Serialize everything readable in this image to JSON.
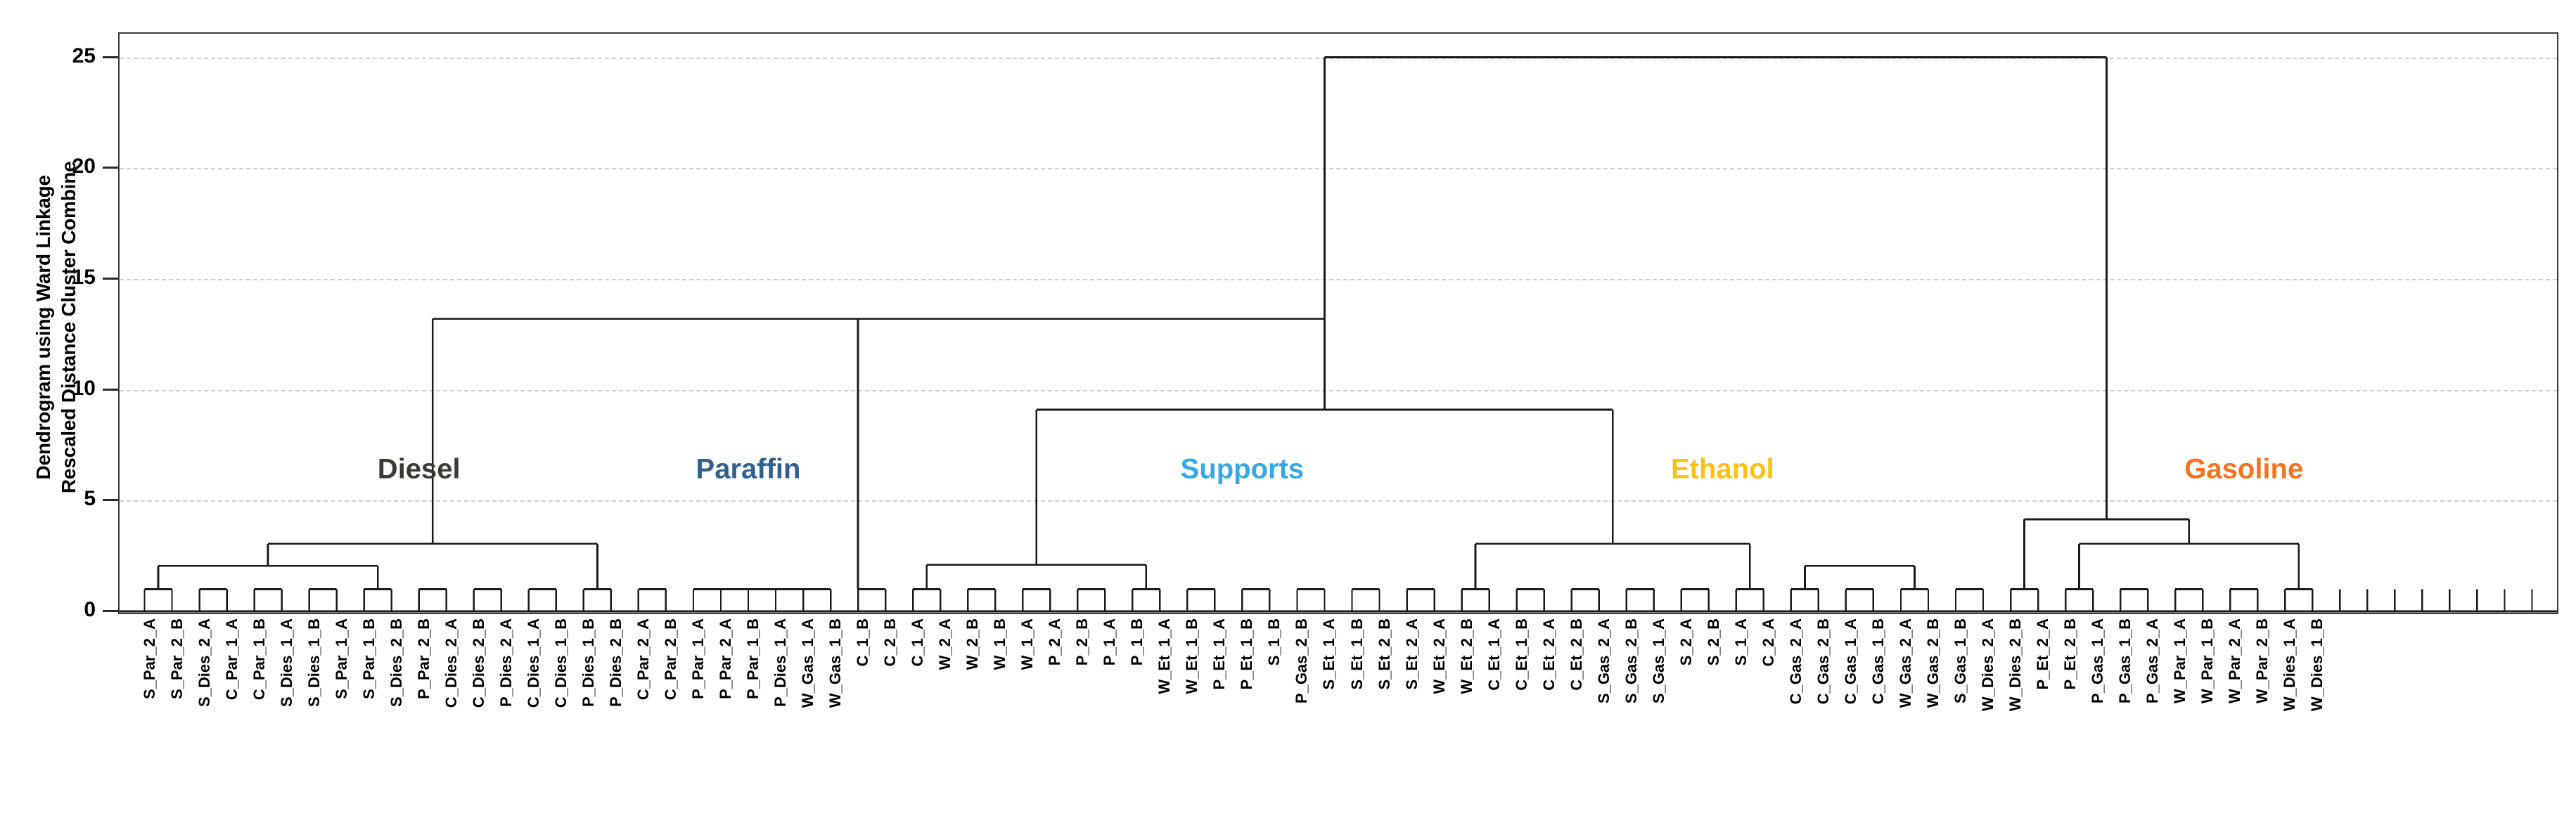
{
  "chart_data": {
    "type": "dendrogram",
    "title": "",
    "ylabel_lines": [
      "Dendrogram using Ward Linkage",
      "Rescaled Distance Cluster Combine"
    ],
    "xlabel": "",
    "ylim": [
      0,
      26
    ],
    "yticks": [
      0,
      5,
      10,
      15,
      20,
      25
    ],
    "ytick_labels": [
      "0",
      "5",
      "10",
      "15",
      "20",
      "25"
    ],
    "grid": true,
    "grid_axis": "y",
    "grid_style": "dashed",
    "grid_color": "#cfcfcf",
    "n_leaves": 88,
    "leaf_labels": [
      "S_Par_2_A",
      "S_Par_2_B",
      "S_Dies_2_A",
      "C_Par_1_A",
      "C_Par_1_B",
      "S_Dies_1_A",
      "S_Dies_1_B",
      "S_Par_1_A",
      "S_Par_1_B",
      "S_Dies_2_B",
      "P_Par_2_B",
      "C_Dies_2_A",
      "C_Dies_2_B",
      "P_Dies_2_A",
      "C_Dies_1_A",
      "C_Dies_1_B",
      "P_Dies_1_B",
      "P_Dies_2_B",
      "C_Par_2_A",
      "C_Par_2_B",
      "P_Par_1_A",
      "P_Par_2_A",
      "P_Par_1_B",
      "P_Dies_1_A",
      "W_Gas_1_A",
      "W_Gas_1_B",
      "C_1_B",
      "C_2_B",
      "C_1_A",
      "W_2_A",
      "W_2_B",
      "W_1_B",
      "W_1_A",
      "P_2_A",
      "P_2_B",
      "P_1_A",
      "P_1_B",
      "W_Et_1_A",
      "W_Et_1_B",
      "P_Et_1_A",
      "P_Et_1_B",
      "S_1_B",
      "P_Gas_2_B",
      "S_Et_1_A",
      "S_Et_1_B",
      "S_Et_2_B",
      "S_Et_2_A",
      "W_Et_2_A",
      "W_Et_2_B",
      "C_Et_1_A",
      "C_Et_1_B",
      "C_Et_2_A",
      "C_Et_2_B",
      "S_Gas_2_A",
      "S_Gas_2_B",
      "S_Gas_1_A",
      "S_2_A",
      "S_2_B",
      "S_1_A",
      "C_2_A",
      "C_Gas_2_A",
      "C_Gas_2_B",
      "C_Gas_1_A",
      "C_Gas_1_B",
      "W_Gas_2_A",
      "W_Gas_2_B",
      "S_Gas_1_B",
      "W_Dies_2_A",
      "W_Dies_2_B",
      "P_Et_2_A",
      "P_Et_2_B",
      "P_Gas_1_A",
      "P_Gas_1_B",
      "P_Gas_2_A",
      "W_Par_1_A",
      "W_Par_1_B",
      "W_Par_2_A",
      "W_Par_2_B",
      "W_Dies_1_A",
      "W_Dies_1_B"
    ],
    "cluster_annotations": [
      {
        "label": "Diesel",
        "color": "#3d3935",
        "x_leaf": 10.0,
        "height": 6.4
      },
      {
        "label": "Paraffin",
        "color": "#2f6090",
        "x_leaf": 22.0,
        "height": 6.4
      },
      {
        "label": "Supports",
        "color": "#37a8e6",
        "x_leaf": 40.0,
        "height": 6.4
      },
      {
        "label": "Ethanol",
        "color": "#fdc014",
        "x_leaf": 57.5,
        "height": 6.4
      },
      {
        "label": "Gasoline",
        "color": "#f4731e",
        "x_leaf": 76.5,
        "height": 6.4
      }
    ],
    "root_height": 25,
    "merges": [
      {
        "id": "root",
        "height": 25.0,
        "left_x": 36.0,
        "right_x": 80.8
      },
      {
        "id": "n13",
        "height": 13.2,
        "left_x": 12.5,
        "right_x": 29.0
      },
      {
        "id": "n9",
        "height": 9.1,
        "left_x": 35.5,
        "right_x": 66.0
      },
      {
        "id": "n4a",
        "height": 4.15,
        "left_x": 77.8,
        "right_x": 83.6
      },
      {
        "id": "n3a",
        "height": 3.05,
        "left_x": 60.5,
        "right_x": 71.5
      },
      {
        "id": "n3b",
        "height": 3.05,
        "left_x": 22.0,
        "right_x": 26.5
      },
      {
        "id": "n2a",
        "height": 2.05,
        "left_x": 4.0,
        "right_x": 11.0
      },
      {
        "id": "n2b",
        "height": 2.1,
        "left_x": 30.0,
        "right_x": 42.5
      },
      {
        "id": "n2c",
        "height": 2.05,
        "left_x": 81.5,
        "right_x": 86.0
      },
      {
        "id": "n1set",
        "height": 1.0,
        "left_x": 0.0,
        "right_x": 87.0
      }
    ],
    "axis_color": "#3a3a3a",
    "line_color": "#1a1a1a",
    "background": "#ffffff"
  },
  "axis": {
    "y_title_line1": "Dendrogram using Ward Linkage",
    "y_title_line2": "Rescaled Distance Cluster Combine",
    "y_tick_0": "0",
    "y_tick_5": "5",
    "y_tick_10": "10",
    "y_tick_15": "15",
    "y_tick_20": "20",
    "y_tick_25": "25"
  },
  "clusters": {
    "diesel": "Diesel",
    "paraffin": "Paraffin",
    "supports": "Supports",
    "ethanol": "Ethanol",
    "gasoline": "Gasoline"
  }
}
